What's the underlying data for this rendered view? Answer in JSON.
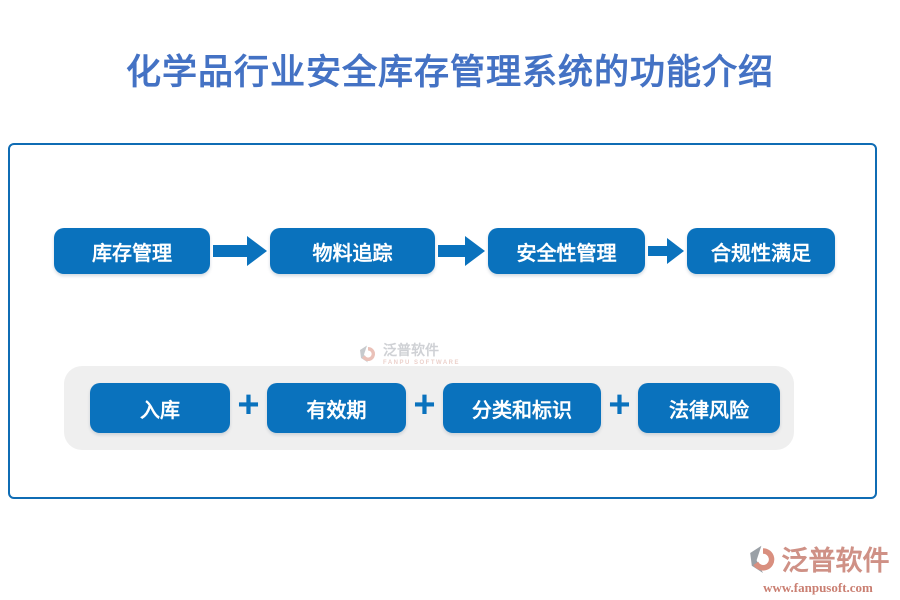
{
  "title": "化学品行业安全库存管理系统的功能介绍",
  "flow": {
    "steps": [
      {
        "label": "库存管理"
      },
      {
        "label": "物料追踪"
      },
      {
        "label": "安全性管理"
      },
      {
        "label": "合规性满足"
      }
    ]
  },
  "details": {
    "separator": "+",
    "items": [
      {
        "label": "入库"
      },
      {
        "label": "有效期"
      },
      {
        "label": "分类和标识"
      },
      {
        "label": "法律风险"
      }
    ]
  },
  "watermark": {
    "name": "泛普软件",
    "subtitle": "FANPU SOFTWARE"
  },
  "footer": {
    "name": "泛普软件",
    "url": "www.fanpusoft.com"
  },
  "colors": {
    "title_blue": "#4472c4",
    "node_blue": "#0a72bd",
    "border_blue": "#0f6cb4",
    "panel_gray": "#efefef",
    "logo_salmon": "#cf9186"
  }
}
